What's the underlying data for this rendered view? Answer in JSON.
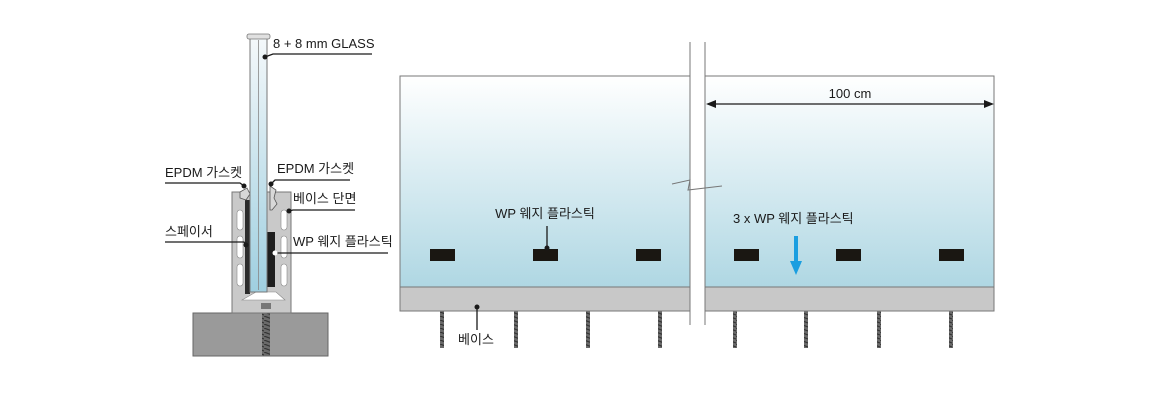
{
  "section": {
    "glass_label": "8 + 8 mm GLASS",
    "gasket_left_label": "EPDM 가스켓",
    "gasket_right_label": "EPDM 가스켓",
    "base_section_label": "베이스 단면",
    "spacer_label": "스페이서",
    "wedge_label": "WP 웨지 플라스틱"
  },
  "elevation": {
    "dimension_label": "100 cm",
    "wedge_label": "WP 웨지 플라스틱",
    "wedge_count_label": "3 x WP 웨지 플라스틱",
    "base_label": "베이스"
  },
  "colors": {
    "glass_top": "#ffffff",
    "glass_bottom": "#afd7e3",
    "base": "#c8c8c8",
    "concrete": "#9a9a9a",
    "arrow": "#1a9ee0",
    "wedge": "#1a1712"
  }
}
